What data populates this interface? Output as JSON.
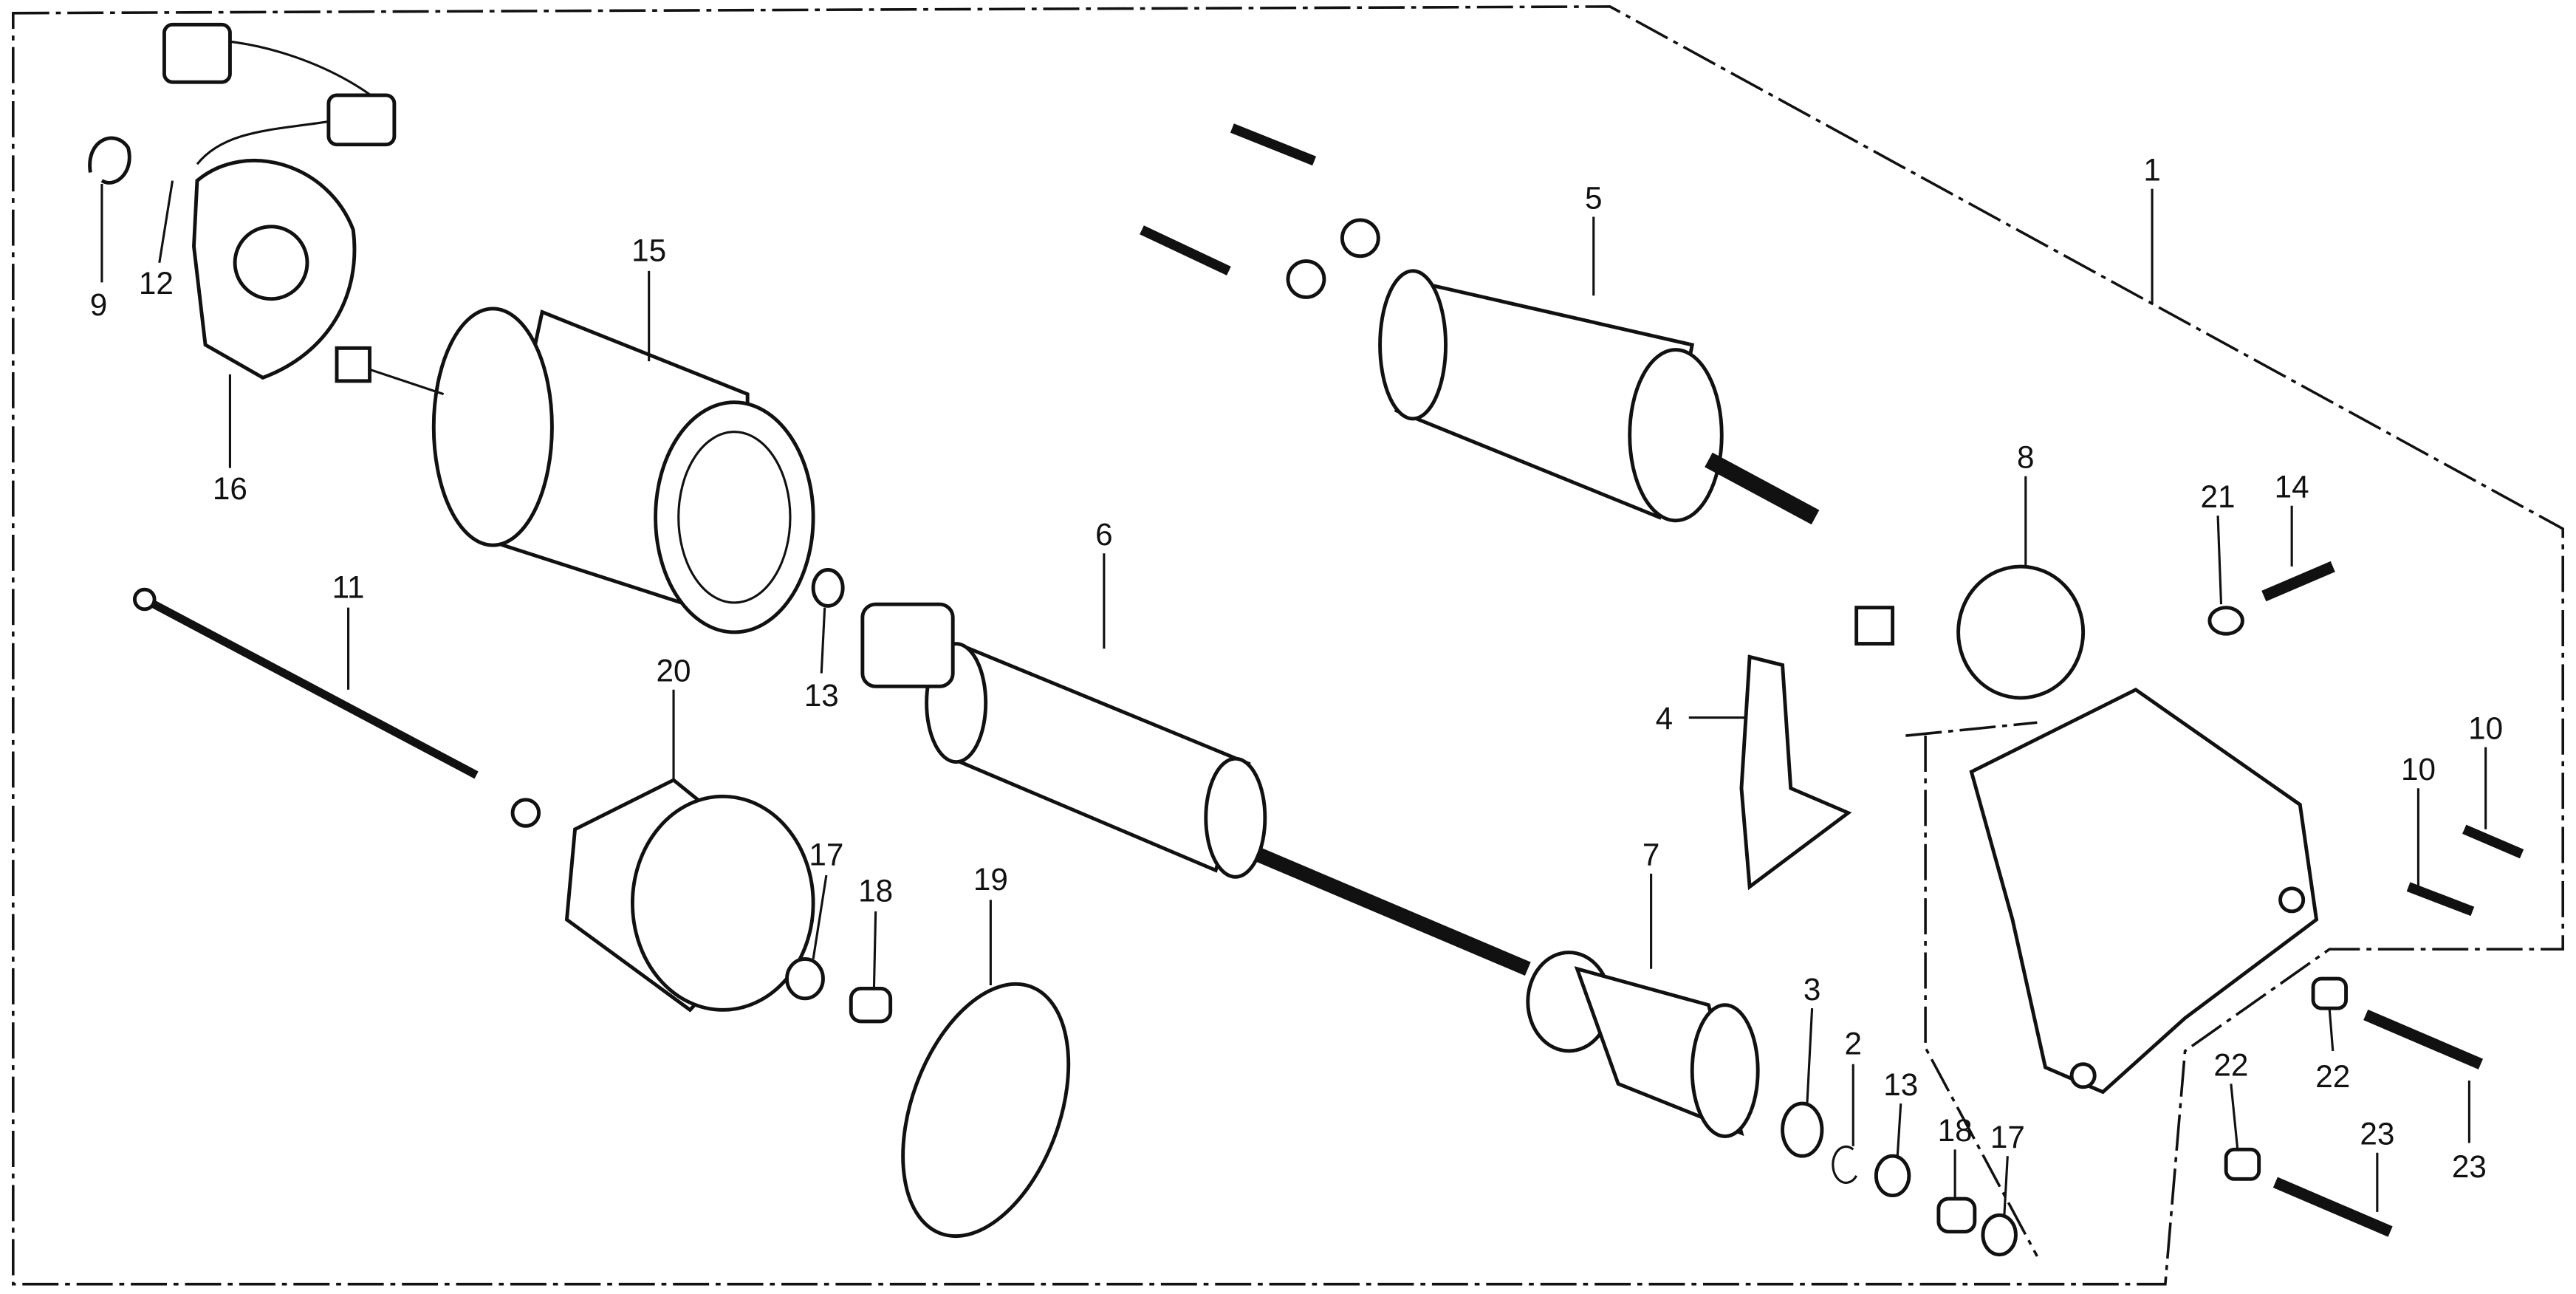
{
  "diagram": {
    "title": "Starter motor exploded parts diagram",
    "callouts": [
      "1",
      "5",
      "15",
      "9",
      "12",
      "16",
      "11",
      "20",
      "13",
      "6",
      "8",
      "21",
      "14",
      "4",
      "10",
      "10",
      "7",
      "17",
      "18",
      "19",
      "3",
      "2",
      "13",
      "18",
      "17",
      "22",
      "22",
      "23",
      "23"
    ]
  }
}
